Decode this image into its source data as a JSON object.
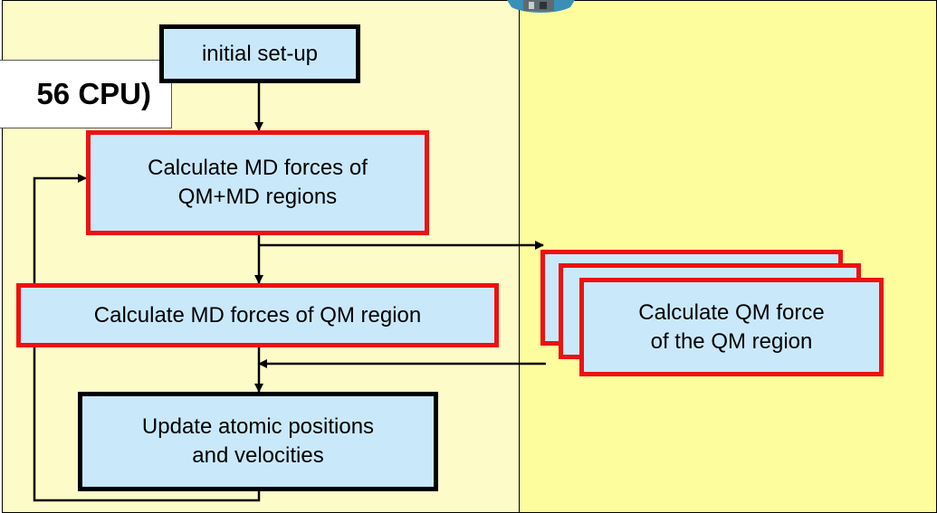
{
  "colors": {
    "left_panel_bg": "#fdfcc8",
    "right_panel_bg": "#fdfd9e",
    "box_fill": "#c9e9fb",
    "red_border": "#ee1111",
    "black_border": "#000000"
  },
  "labels": {
    "cpu": "56 CPU)",
    "initial_setup": "initial set-up",
    "calc_md_qmmd": "Calculate MD forces of\nQM+MD regions",
    "calc_md_qm": "Calculate MD forces of QM region",
    "calc_qm": "Calculate QM force\nof the QM region",
    "update_positions": "Update atomic positions\nand velocities"
  }
}
